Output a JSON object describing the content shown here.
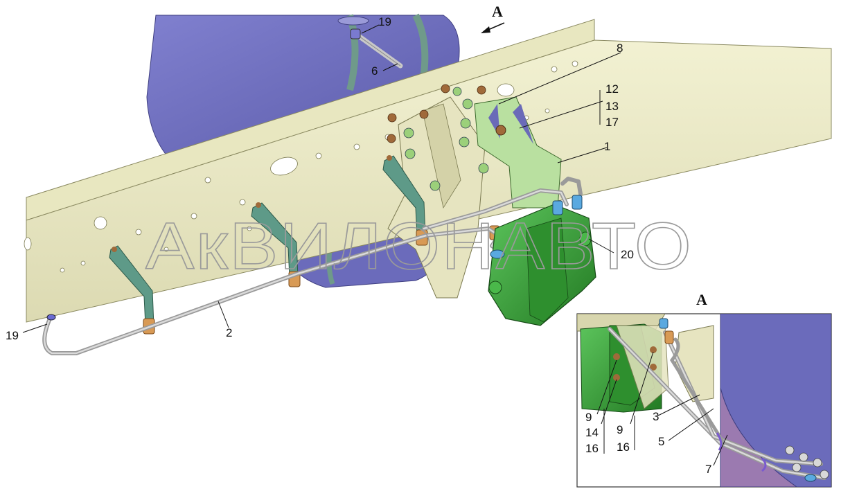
{
  "view_direction_label": "A",
  "inset_label": "A",
  "watermark": "АкВИЛОНАВТО",
  "callouts_main": [
    {
      "id": "c19a",
      "text": "19"
    },
    {
      "id": "c6",
      "text": "6"
    },
    {
      "id": "c8",
      "text": "8"
    },
    {
      "id": "c12",
      "text": "12"
    },
    {
      "id": "c13",
      "text": "13"
    },
    {
      "id": "c17",
      "text": "17"
    },
    {
      "id": "c1",
      "text": "1"
    },
    {
      "id": "c20",
      "text": "20"
    },
    {
      "id": "c2",
      "text": "2"
    },
    {
      "id": "c19b",
      "text": "19"
    }
  ],
  "callouts_inset": [
    {
      "id": "i9a",
      "text": "9"
    },
    {
      "id": "i14",
      "text": "14"
    },
    {
      "id": "i16a",
      "text": "16"
    },
    {
      "id": "i9b",
      "text": "9"
    },
    {
      "id": "i16b",
      "text": "16"
    },
    {
      "id": "i3",
      "text": "3"
    },
    {
      "id": "i5",
      "text": "5"
    },
    {
      "id": "i7",
      "text": "7"
    }
  ],
  "colors": {
    "frame": "#ecebc8",
    "frame_dark": "#c9c79a",
    "tank": "#6f6fc0",
    "tank_dark": "#4e4e9a",
    "strap": "#6f9a8a",
    "bracket_green": "#b9e0a0",
    "pump_green": "#3fa83f",
    "pump_dark": "#236b23",
    "clamp_orange": "#d89a55",
    "bolt_brown": "#8c5a30",
    "pipe_gray": "#b8b8b8",
    "fitting_blue": "#5aa9e0"
  }
}
